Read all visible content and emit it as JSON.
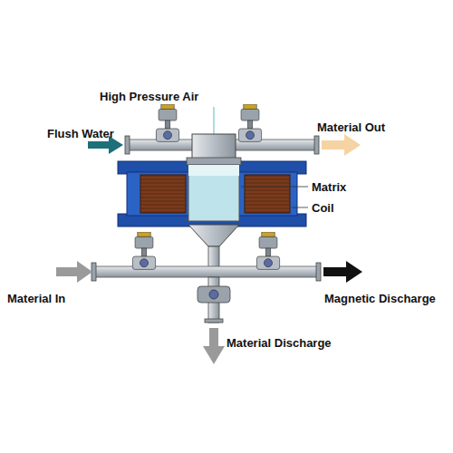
{
  "diagram": {
    "labels": [
      "High Pressure Air",
      "Flush Water",
      "Material Out",
      "Matrix",
      "Coil",
      "Material In",
      "Magnetic Discharge",
      "Material Discharge"
    ]
  }
}
